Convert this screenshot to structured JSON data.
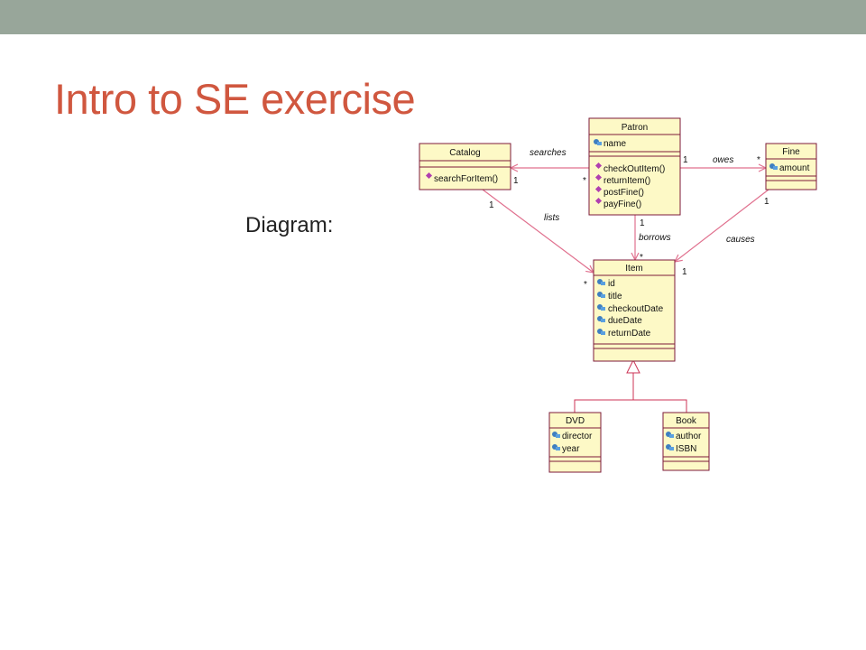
{
  "slide": {
    "title": "Intro to SE exercise",
    "subtitle": "Diagram:"
  },
  "diagram": {
    "classes": {
      "patron": {
        "name": "Patron",
        "attributes": [
          "name"
        ],
        "operations": [
          "checkOutItem()",
          "returnItem()",
          "postFine()",
          "payFine()"
        ]
      },
      "catalog": {
        "name": "Catalog",
        "attributes": [],
        "operations": [
          "searchForItem()"
        ]
      },
      "fine": {
        "name": "Fine",
        "attributes": [
          "amount"
        ],
        "operations": []
      },
      "item": {
        "name": "Item",
        "attributes": [
          "id",
          "title",
          "checkoutDate",
          "dueDate",
          "returnDate"
        ],
        "operations": []
      },
      "dvd": {
        "name": "DVD",
        "attributes": [
          "director",
          "year"
        ],
        "operations": []
      },
      "book": {
        "name": "Book",
        "attributes": [
          "author",
          "ISBN"
        ],
        "operations": []
      }
    },
    "associations": {
      "searches": {
        "label": "searches",
        "source_mult": "*",
        "target_mult": "1"
      },
      "owes": {
        "label": "owes",
        "source_mult": "1",
        "target_mult": "*"
      },
      "lists": {
        "label": "lists",
        "source_mult": "1",
        "target_mult": "*"
      },
      "borrows": {
        "label": "borrows",
        "source_mult": "1",
        "target_mult": "*"
      },
      "causes": {
        "label": "causes",
        "source_mult": "1",
        "target_mult": "1"
      }
    },
    "colors": {
      "class_fill": "#fdf9c6",
      "class_border": "#7d1a3a",
      "association_line": "#e0708e",
      "generalization_line": "#cc3355",
      "operation_icon": "#b03fb0",
      "attribute_icon": "#3f7fc0"
    },
    "icons": {
      "attribute": "attribute-icon",
      "operation": "operation-icon"
    }
  }
}
